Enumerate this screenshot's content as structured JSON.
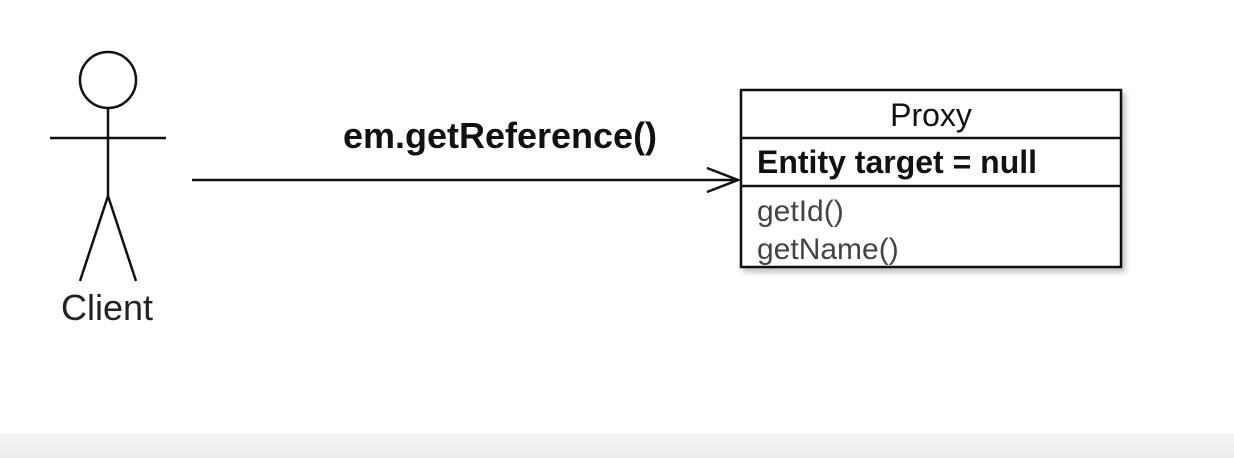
{
  "actor": {
    "label": "Client"
  },
  "message": {
    "label": "em.getReference()"
  },
  "proxy_class": {
    "title": "Proxy",
    "attribute": "Entity target = null",
    "methods": [
      "getId()",
      "getName()"
    ]
  }
}
